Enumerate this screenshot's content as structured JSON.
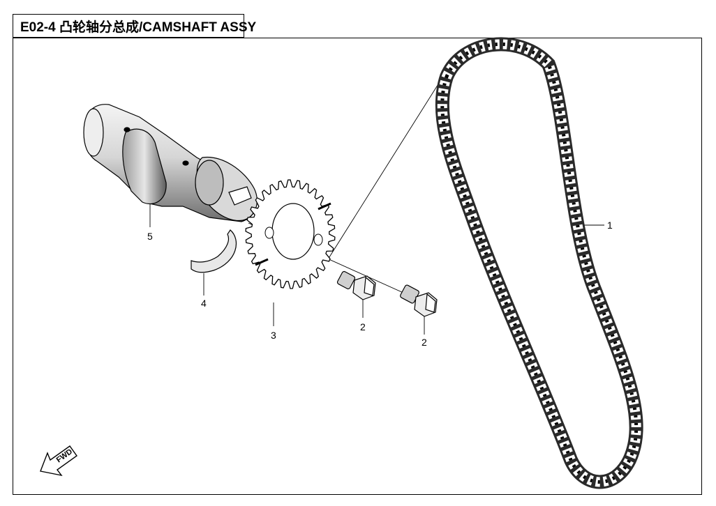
{
  "title": "E02-4 凸轮轴分总成/CAMSHAFT ASSY",
  "callouts": {
    "chain": "1",
    "bolt_a": "2",
    "bolt_b": "2",
    "sprocket": "3",
    "half_ring": "4",
    "camshaft": "5"
  },
  "fwd_label": "FWD",
  "colors": {
    "line": "#000000",
    "shade": "#cfcfcf",
    "dark": "#7a7a7a",
    "paper": "#ffffff"
  }
}
